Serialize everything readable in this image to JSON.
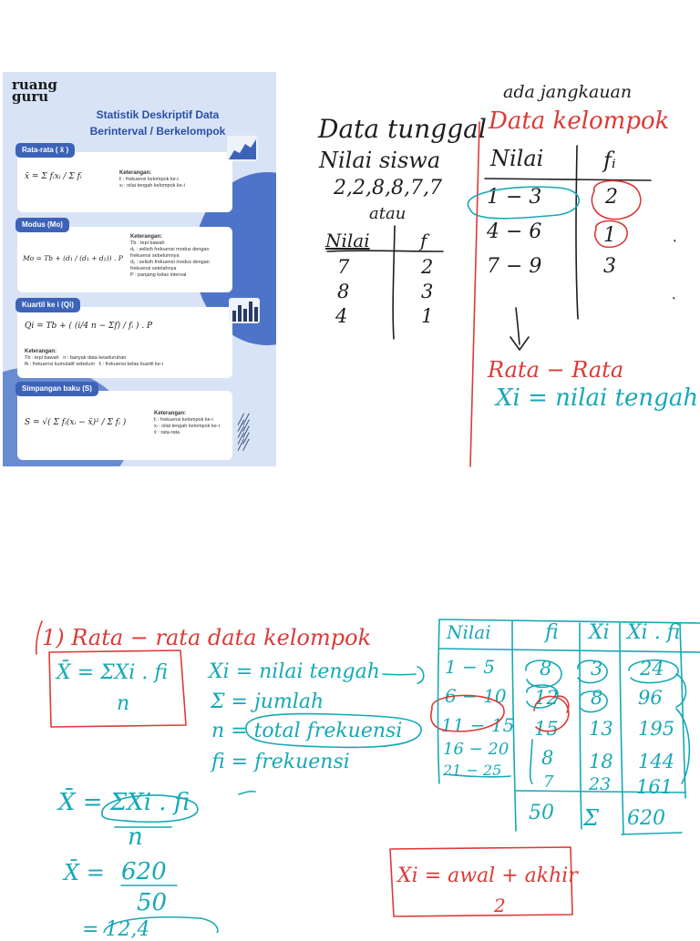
{
  "poster": {
    "logo_line1": "ruang",
    "logo_line2": "guru",
    "title_line1": "Statistik Deskriptif Data",
    "title_line2": "Berinterval / Berkelompok",
    "rata_rata": {
      "label": "Rata-rata ( x̄ )",
      "formula": "x̄ = Σ fᵢxᵢ / Σ fᵢ",
      "ket_title": "Keterangan:",
      "ket": [
        "fᵢ : frekuensi kelompok ke-i",
        "xᵢ : nilai tengah kelompok ke-i"
      ]
    },
    "modus": {
      "label": "Modus (Mo)",
      "formula": "Mo = Tb + (d₁ / (d₁ + d₂)) . P",
      "ket_title": "Keterangan:",
      "ket": [
        "Tb : tepi bawah",
        "d₁ : selisih frekuensi modus dengan frekuensi sebelumnya",
        "d₂ : selisih frekuensi modus dengan frekuensi setelahnya",
        "P : panjang kelas interval"
      ]
    },
    "kuartil": {
      "label": "Kuartil ke i (Qi)",
      "formula": "Qi = Tb + ( (i/4 n − Σf) / fᵢ ) . P",
      "ket_title": "Keterangan:",
      "ket": [
        "Tb : tepi bawah",
        "fk : frekuensi kumulatif sebelum",
        "n : banyak data keseluruhan",
        "fᵢ : frekuensi kelas kuartil ke-i"
      ]
    },
    "simpangan": {
      "label": "Simpangan baku (S)",
      "formula": "S = √( Σ fᵢ(xᵢ − x̄)² / Σ fᵢ )",
      "ket_title": "Keterangan:",
      "ket": [
        "fᵢ : frekuensi kelompok ke-i",
        "xᵢ : nilai tengah kelompok ke-i",
        "x̄ : rata-rata"
      ]
    }
  },
  "notes_top": {
    "ada_jangkauan": "ada jangkauan",
    "data_tunggal": "Data tunggal",
    "nilai_siswa": "Nilai siswa",
    "sequence": "2,2,8,8,7,7",
    "atau": "atau",
    "tunggal_table": {
      "headers": [
        "Nilai",
        "f"
      ],
      "rows": [
        [
          "7",
          "2"
        ],
        [
          "8",
          "3"
        ],
        [
          "4",
          "1"
        ]
      ]
    },
    "data_kelompok": "Data kelompok",
    "kelompok_table": {
      "headers": [
        "Nilai",
        "fᵢ"
      ],
      "rows": [
        [
          "1 − 3",
          "2"
        ],
        [
          "4 − 6",
          "1"
        ],
        [
          "7 − 9",
          "3"
        ]
      ]
    },
    "arrow_rata": "Rata − Rata",
    "xi_def": "Xi = nilai tengah"
  },
  "notes_bottom": {
    "heading": "1) Rata − rata data kelompok",
    "formula_num": "X̄ = ΣXi . fi",
    "formula_den": "n",
    "defs": [
      "Xi = nilai tengah",
      "Σ = jumlah",
      "n = total frekuensi",
      "fi = frekuensi"
    ],
    "step1_num": "X̄ = ΣXi . fi",
    "step1_den": "n",
    "step2_num": "620",
    "step2_den": "50",
    "result": "= 12,4",
    "xi_rule_num": "Xi = awal + akhir",
    "xi_rule_den": "2",
    "table": {
      "headers": [
        "Nilai",
        "fi",
        "Xi",
        "Xi . fi"
      ],
      "rows": [
        [
          "1 − 5",
          "8",
          "3",
          "24"
        ],
        [
          "6 − 10",
          "12",
          "8",
          "96"
        ],
        [
          "11 − 15",
          "15",
          "13",
          "195"
        ],
        [
          "16 − 20",
          "8",
          "18",
          "144"
        ],
        [
          "21 − 25",
          "7",
          "23",
          "161"
        ]
      ],
      "total_f": "50",
      "sigma": "Σ",
      "total_xf": "620"
    }
  },
  "colors": {
    "black_ink": "#1e1e1e",
    "red_ink": "#dc3a37",
    "teal_ink": "#16a9b5",
    "poster_blue": "#3d63b9",
    "poster_bg": "#d8e3f6"
  }
}
